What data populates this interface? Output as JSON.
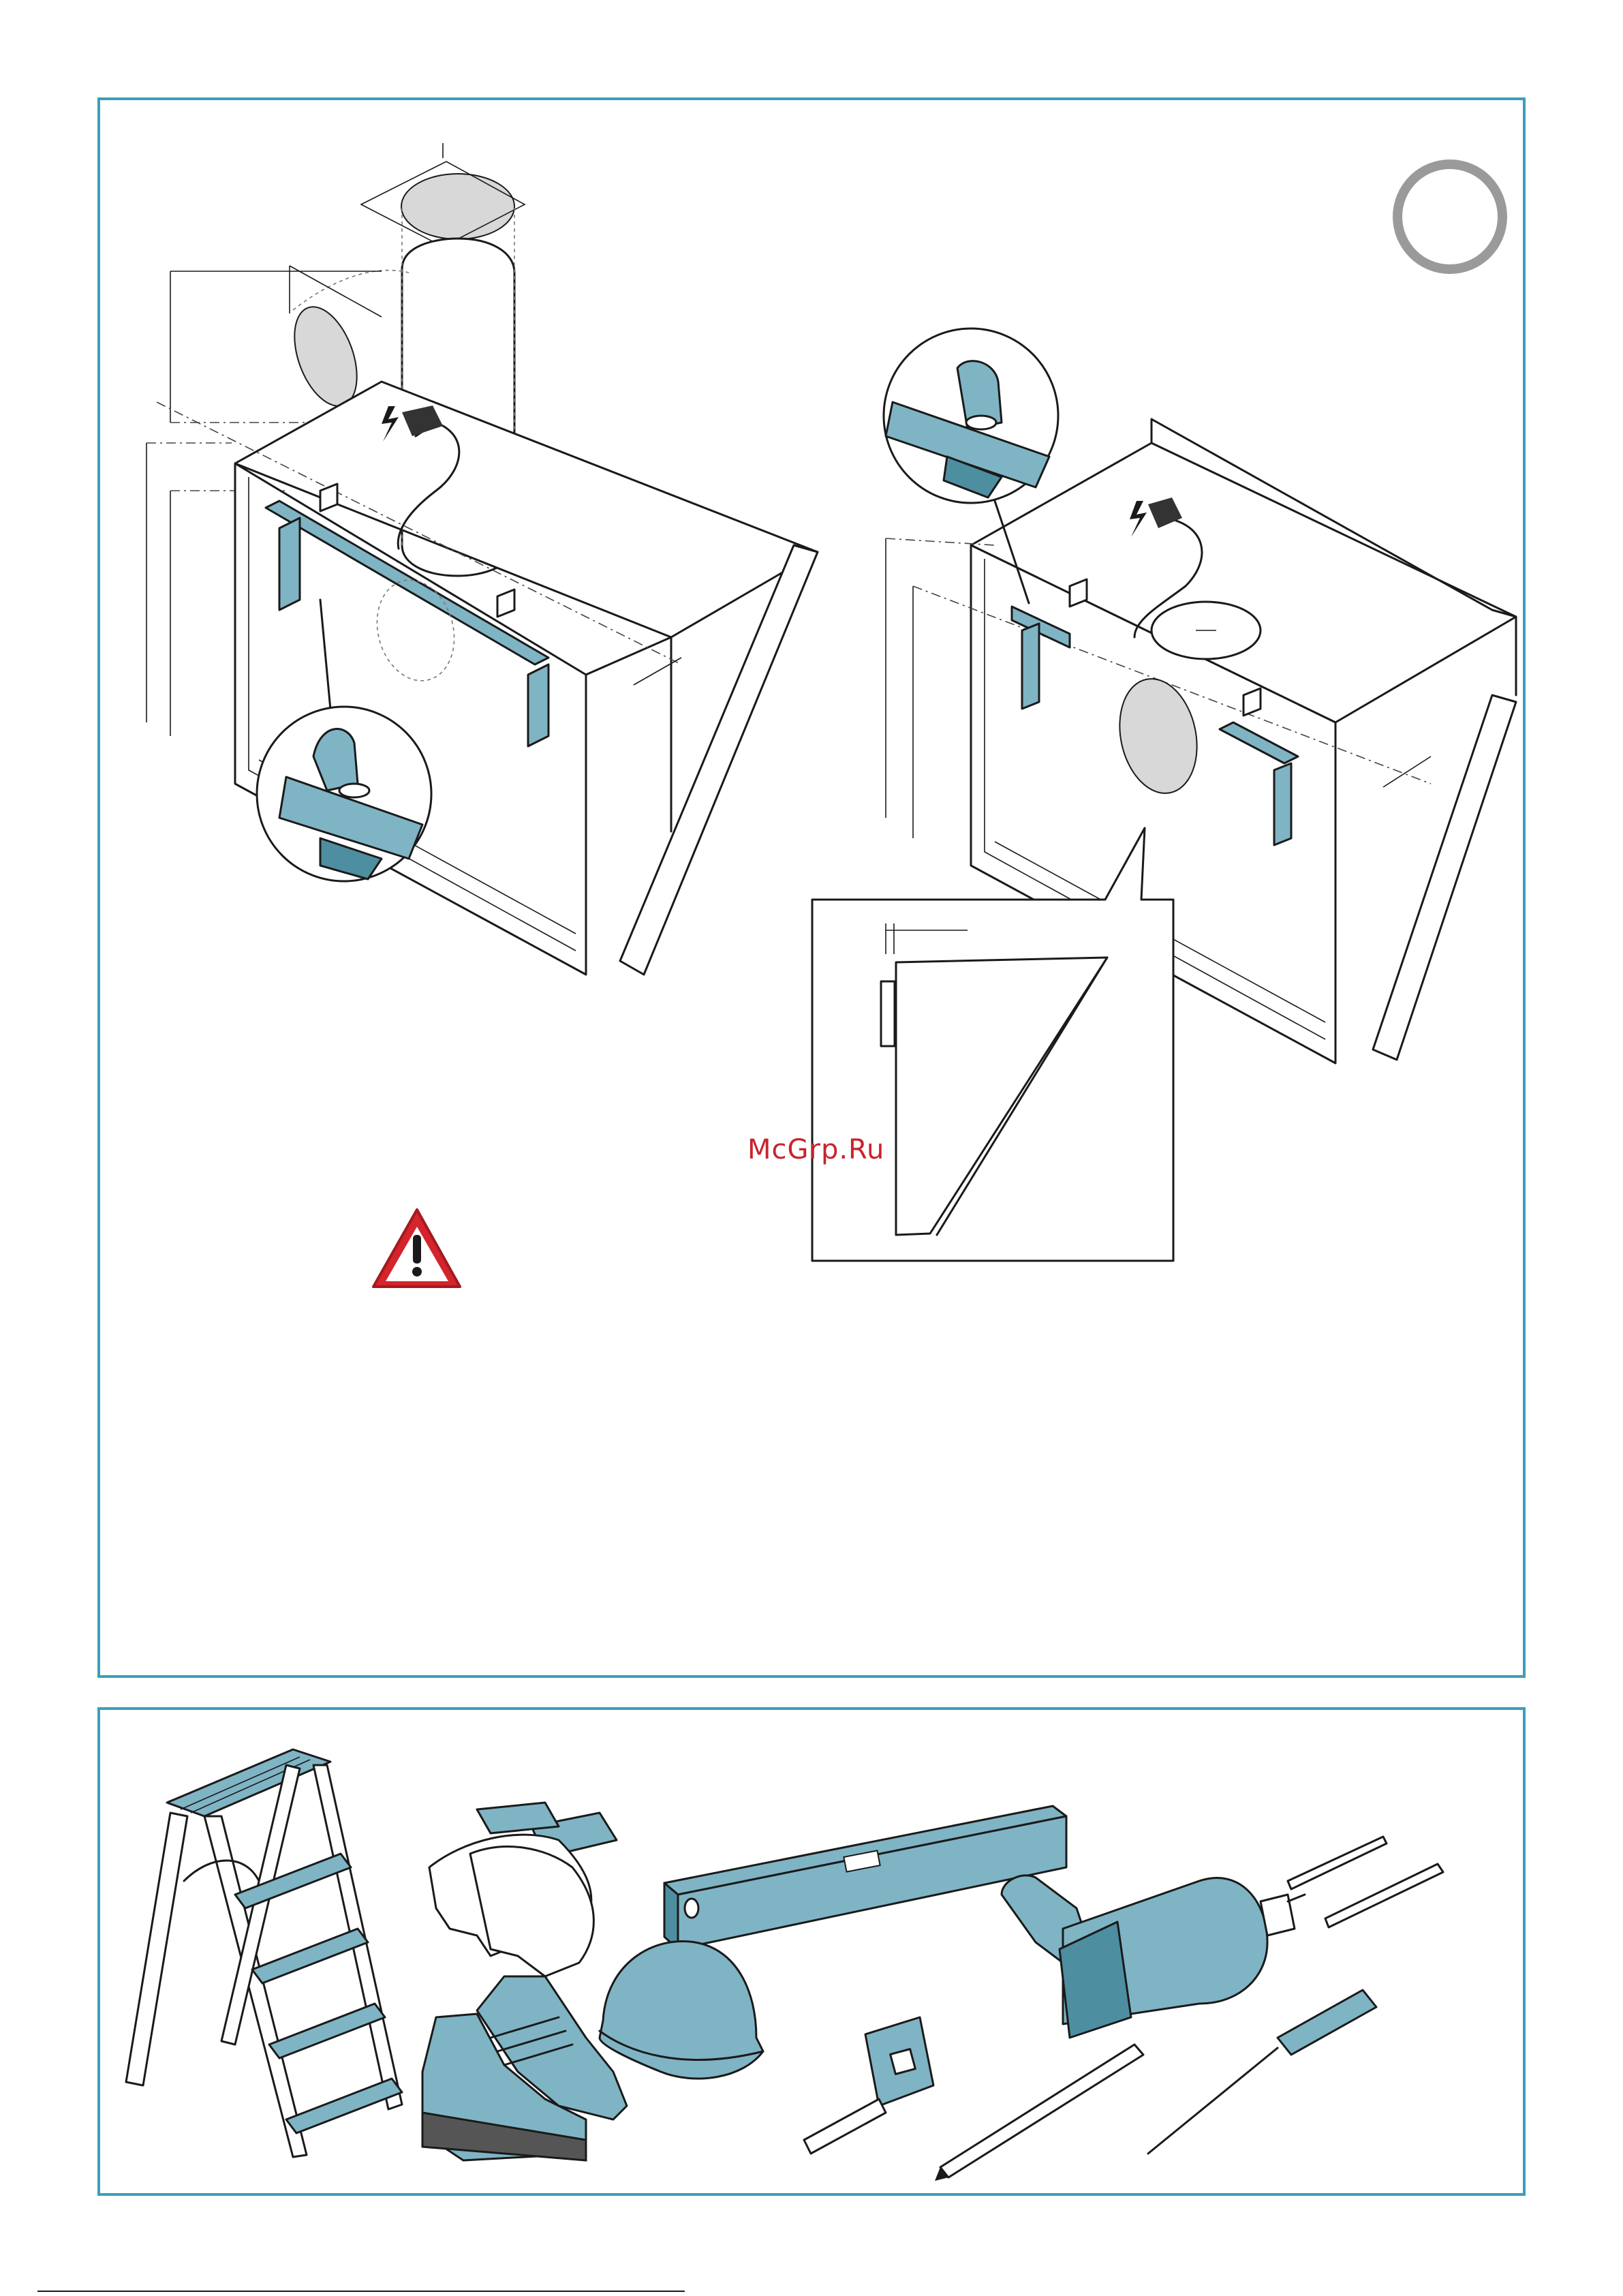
{
  "watermark": "McGrp.Ru",
  "colors": {
    "frame": "#3aa0b8",
    "tool_teal": "#7fb4c4",
    "tool_teal_dark": "#4e8ea1",
    "warning_red": "#d4242c",
    "watermark_red": "#c8232c"
  },
  "icons": {
    "warning": "warning-triangle-icon",
    "electric": "lightning-icon",
    "step_badge": "step-circle-icon"
  },
  "tools": [
    "step-ladder",
    "work-gloves",
    "spirit-level",
    "drill",
    "drill-bits",
    "safety-shoes",
    "hard-hat",
    "tape-measure",
    "pencil",
    "screwdriver"
  ]
}
